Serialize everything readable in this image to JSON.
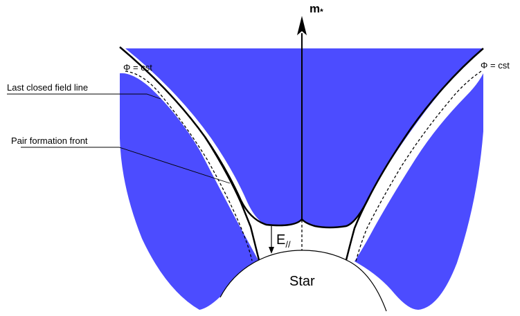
{
  "colors": {
    "region_fill": "#4c4cff",
    "line": "#000000",
    "background": "#ffffff"
  },
  "labels": {
    "axis": "m",
    "axis_subscript": "*",
    "phi_left": "Φ = cst",
    "phi_right": "Φ = cst",
    "last_closed": "Last closed field line",
    "pair_front": "Pair formation front",
    "field_main": "E",
    "field_sub": "//",
    "star": "Star"
  }
}
